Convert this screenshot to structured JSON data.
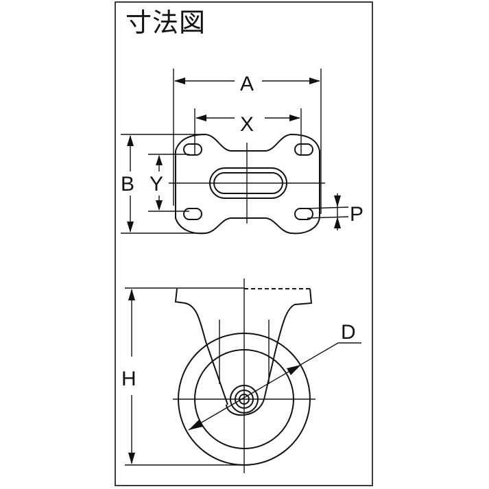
{
  "title": "寸法図",
  "labels": {
    "A": "A",
    "X": "X",
    "B": "B",
    "Y": "Y",
    "P": "P",
    "H": "H",
    "D": "D"
  },
  "views": {
    "top": "mounting plate plan view",
    "side": "fixed caster side view"
  },
  "colors": {
    "line": "#111111",
    "frame": "#3a3a3a",
    "background": "#ffffff"
  }
}
